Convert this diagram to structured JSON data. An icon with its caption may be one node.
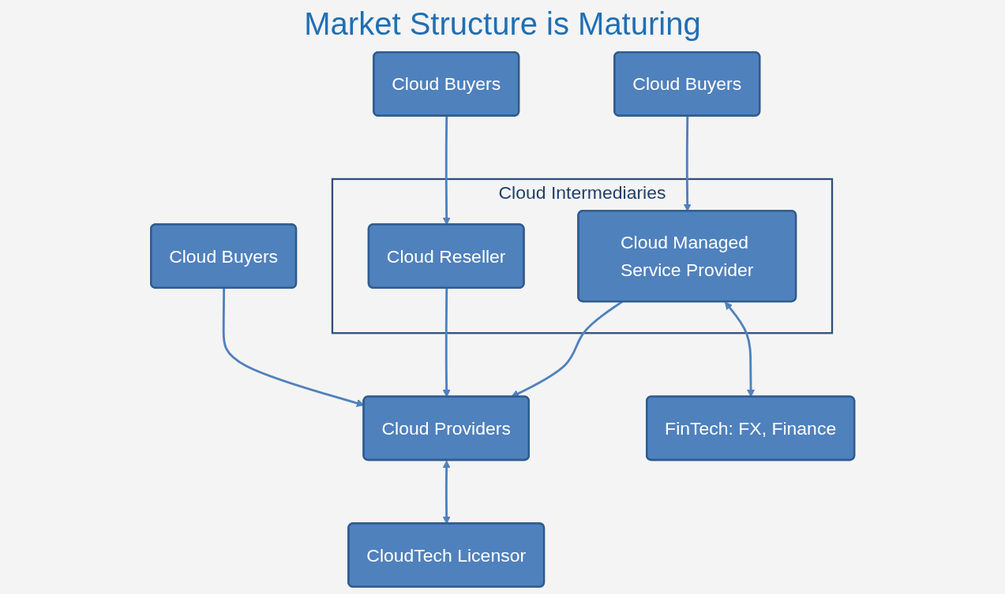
{
  "diagram": {
    "title": "Market Structure is Maturing",
    "nodes": [
      {
        "text": [
          "Cloud Providers"
        ]
      },
      {
        "text": [
          "CloudTech Licensor"
        ]
      },
      {
        "text": [
          "Cloud Intermediaries"
        ]
      },
      {
        "text": [
          "Cloud Reseller"
        ],
        "in": 2
      },
      {
        "text": [
          "Cloud Managed Service Provider"
        ],
        "in": 2
      },
      {
        "text": [
          "FinTech: FX, Finance"
        ]
      },
      {
        "text": [
          "Cloud Buyers"
        ]
      },
      {
        "text": [
          "Cloud Buyers"
        ]
      },
      {
        "text": [
          "Cloud Buyers"
        ]
      }
    ],
    "edges": [
      {
        "from": 0,
        "to": 1,
        "arrow": "both"
      },
      {
        "from": 6,
        "to": 0,
        "arrow": "to"
      },
      {
        "from": 3,
        "to": 0,
        "arrow": "to"
      },
      {
        "from": 4,
        "to": 0,
        "arrow": "to"
      },
      {
        "from": 4,
        "to": 5,
        "arrow": "both"
      },
      {
        "from": 7,
        "to": 3,
        "arrow": "to"
      },
      {
        "from": 8,
        "to": 4,
        "arrow": "to"
      }
    ]
  }
}
